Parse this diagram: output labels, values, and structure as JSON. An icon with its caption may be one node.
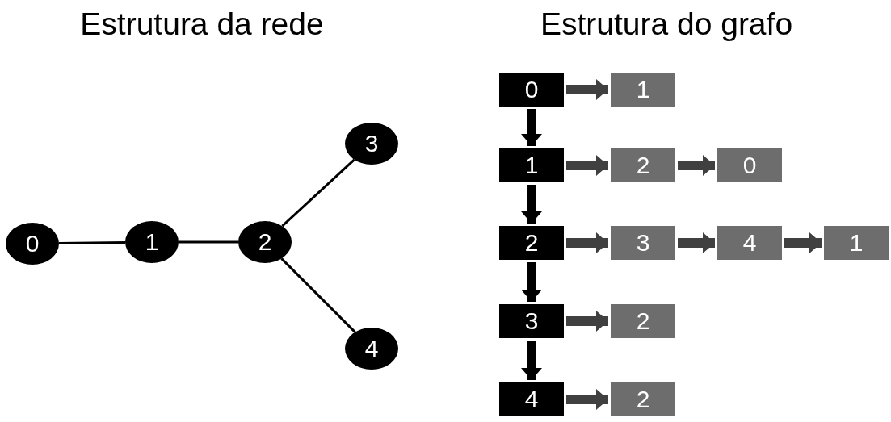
{
  "diagram": {
    "nodes": [
      {
        "text": [
          "0"
        ]
      },
      {
        "text": [
          "1"
        ]
      },
      {
        "text": [
          "2"
        ]
      },
      {
        "text": [
          "3"
        ]
      },
      {
        "text": [
          "4"
        ]
      },
      {
        "text": [
          "0"
        ]
      },
      {
        "text": [
          "1"
        ]
      },
      {
        "text": [
          "1"
        ]
      },
      {
        "text": [
          "2"
        ]
      },
      {
        "text": [
          "0"
        ]
      },
      {
        "text": [
          "2"
        ]
      },
      {
        "text": [
          "3"
        ]
      },
      {
        "text": [
          "4"
        ]
      },
      {
        "text": [
          "1"
        ]
      },
      {
        "text": [
          "3"
        ]
      },
      {
        "text": [
          "2"
        ]
      },
      {
        "text": [
          "4"
        ]
      },
      {
        "text": [
          "2"
        ]
      }
    ],
    "edges": [
      {
        "from": 0,
        "to": 1,
        "arrow": "none"
      },
      {
        "from": 1,
        "to": 2,
        "arrow": "none"
      },
      {
        "from": 2,
        "to": 3,
        "arrow": "none"
      },
      {
        "from": 2,
        "to": 4,
        "arrow": "none"
      },
      {
        "from": 5,
        "to": 6,
        "arrow": "to",
        "color": "#404040"
      },
      {
        "from": 7,
        "to": 8,
        "arrow": "to",
        "color": "#404040"
      },
      {
        "from": 8,
        "to": 9,
        "arrow": "to",
        "color": "#404040"
      },
      {
        "from": 10,
        "to": 11,
        "arrow": "to",
        "color": "#404040"
      },
      {
        "from": 11,
        "to": 12,
        "arrow": "to",
        "color": "#404040"
      },
      {
        "from": 12,
        "to": 13,
        "arrow": "to",
        "color": "#404040"
      },
      {
        "from": 14,
        "to": 15,
        "arrow": "to",
        "color": "#404040"
      },
      {
        "from": 16,
        "to": 17,
        "arrow": "to",
        "color": "#404040"
      },
      {
        "from": 5,
        "to": 7,
        "arrow": "to"
      },
      {
        "from": 7,
        "to": 10,
        "arrow": "to"
      },
      {
        "from": 10,
        "to": 14,
        "arrow": "to"
      },
      {
        "from": 14,
        "to": 16,
        "arrow": "to"
      }
    ],
    "labels": [
      "Estrutura da rede",
      "Estrutura do grafo"
    ]
  }
}
